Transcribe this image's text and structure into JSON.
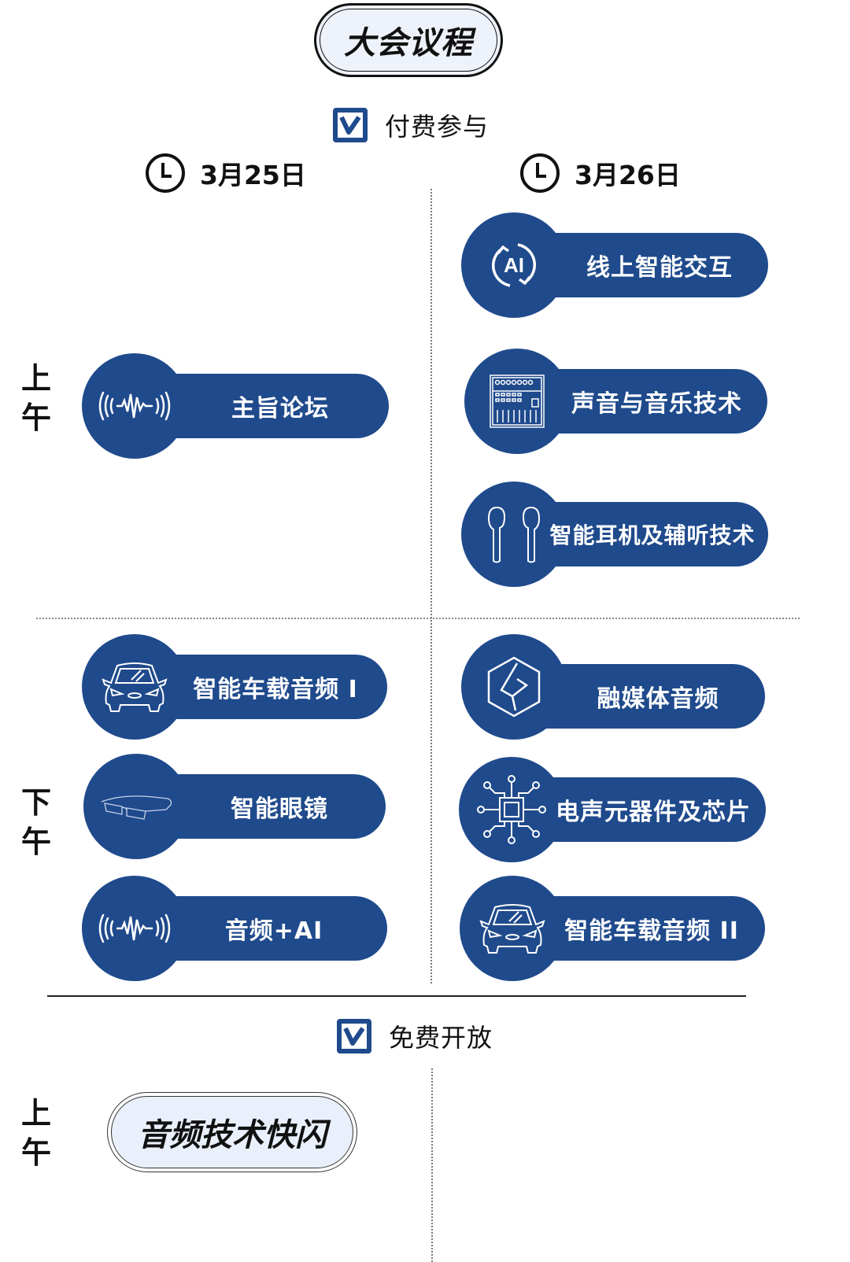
{
  "title": "大会议程",
  "paid_section": {
    "label": "付费参与",
    "dates": [
      {
        "label": "3月25日",
        "icon": "clock-icon"
      },
      {
        "label": "3月26日",
        "icon": "clock-icon"
      }
    ],
    "periods": {
      "morning": [
        "上",
        "午"
      ],
      "afternoon": [
        "下",
        "午"
      ]
    },
    "day1": {
      "morning": [
        {
          "label": "主旨论坛",
          "icon": "sound-wave-icon"
        }
      ],
      "afternoon": [
        {
          "label": "智能车载音频 I",
          "icon": "car-icon"
        },
        {
          "label": "智能眼镜",
          "icon": "smart-glasses-icon"
        },
        {
          "label": "音频+AI",
          "icon": "sound-wave-icon"
        }
      ]
    },
    "day2": {
      "morning": [
        {
          "label": "线上智能交互",
          "icon": "ai-cycle-icon"
        },
        {
          "label": "声音与音乐技术",
          "icon": "mixing-console-icon"
        },
        {
          "label": "智能耳机及辅听技术",
          "icon": "earbuds-icon"
        }
      ],
      "afternoon": [
        {
          "label": "融媒体音频",
          "icon": "hexagon-media-icon"
        },
        {
          "label": "电声元器件及芯片",
          "icon": "chip-icon"
        },
        {
          "label": "智能车载音频 II",
          "icon": "car-icon"
        }
      ]
    }
  },
  "free_section": {
    "label": "免费开放",
    "periods": {
      "morning": [
        "上",
        "午"
      ]
    },
    "sessions": [
      {
        "label": "音频技术快闪"
      }
    ]
  },
  "colors": {
    "primary": "#1f4a8c",
    "text": "#111111",
    "pill_bg": "#eef2fa"
  }
}
